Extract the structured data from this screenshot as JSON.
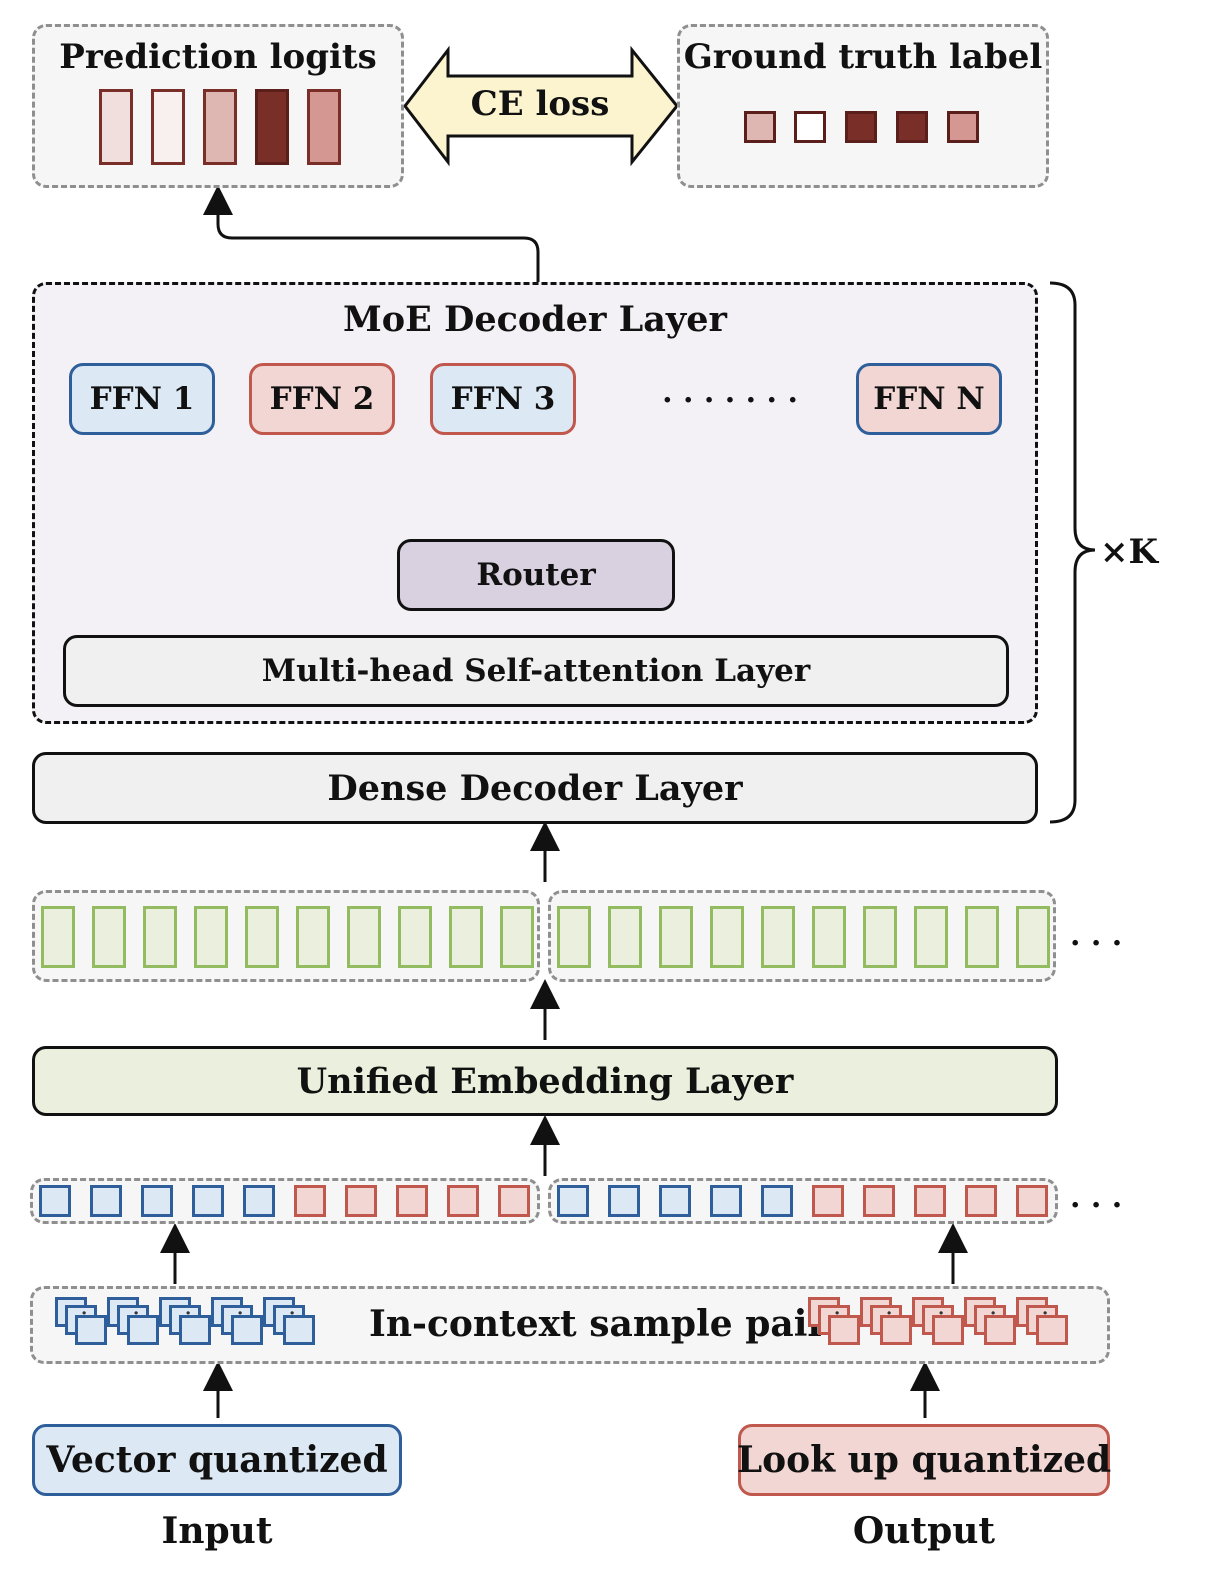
{
  "top": {
    "prediction_title": "Prediction logits",
    "ground_truth_title": "Ground truth label",
    "loss_label": "CE loss"
  },
  "moe": {
    "title": "MoE Decoder Layer",
    "ffns": [
      "FFN 1",
      "FFN 2",
      "FFN 3",
      "FFN N"
    ],
    "ellipsis": ". . . . . . .",
    "router": "Router",
    "attention": "Multi-head Self-attention Layer"
  },
  "repeat_label": "×K",
  "dense": "Dense Decoder Layer",
  "embedding": "Unified Embedding Layer",
  "sequence_ellipsis": ". . .",
  "sample_pair": "In-context sample pair",
  "input_box": "Vector quantized",
  "output_box": "Look up quantized",
  "input_label": "Input",
  "output_label": "Output",
  "colors": {
    "blue": "#2e5f9b",
    "blue_fill": "#dce8f4",
    "red": "#c0584d",
    "red_fill": "#f2d6d3",
    "green": "#93bb5f",
    "green_fill": "#eaf0dd",
    "router_fill": "#d9d0e0",
    "moe_fill": "#f3f1f6",
    "loss_fill": "#fbf4cf",
    "dark_red": "#7a2e28"
  }
}
